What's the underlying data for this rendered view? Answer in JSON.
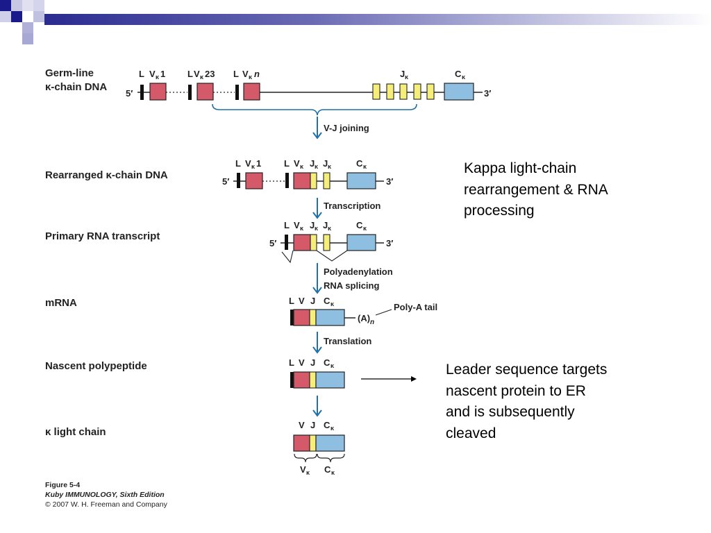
{
  "rows": {
    "germline_line1": "Germ-line",
    "germline_line2": "κ-chain DNA",
    "rearranged": "Rearranged κ-chain DNA",
    "primary": "Primary RNA transcript",
    "mrna": "mRNA",
    "nascent": "Nascent polypeptide",
    "light_chain": "κ light chain"
  },
  "gene_labels": {
    "l": "L",
    "v": "V",
    "j": "J",
    "vk_sub": "κ",
    "ck_sub": "κ",
    "jk_sub": "κ",
    "vk1_num": "1",
    "vk23_num": "23",
    "vkn_num": "n",
    "five_prime": "5′",
    "three_prime": "3′",
    "c": "C",
    "poly_a": "(A)",
    "poly_a_sub": "n",
    "poly_a_tail": "Poly-A tail"
  },
  "steps": {
    "vj_joining": "V-J joining",
    "transcription": "Transcription",
    "polyadenylation": "Polyadenylation",
    "rna_splicing": "RNA splicing",
    "translation": "Translation"
  },
  "notes": {
    "kappa_line1": "Kappa light-chain",
    "kappa_line2": "rearrangement & RNA",
    "kappa_line3": "processing",
    "leader_line1": "Leader sequence targets",
    "leader_line2": "nascent protein to ER",
    "leader_line3": "and is subsequently",
    "leader_line4": "cleaved"
  },
  "caption": {
    "figure": "Figure 5-4",
    "book": "Kuby IMMUNOLOGY, Sixth Edition",
    "copyright": "© 2007 W. H. Freeman and Company"
  },
  "colors": {
    "v_segment": "#d45a6a",
    "j_segment": "#f5ee7a",
    "c_segment": "#8fbfe0",
    "arrow": "#1f6fa8",
    "deco_dark": "#1a1a8c",
    "deco_light": "#b8b8dc"
  }
}
